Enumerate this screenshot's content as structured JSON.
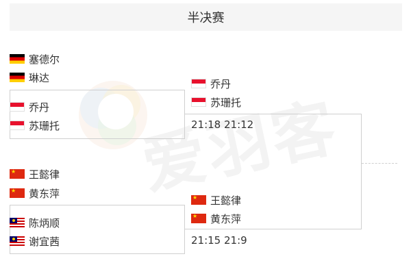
{
  "header": {
    "title": "半决赛"
  },
  "watermark": {
    "text": "爱羽客"
  },
  "semifinals": [
    {
      "team_top": {
        "flag": "de",
        "players": [
          "塞德尔",
          "琳达"
        ]
      },
      "team_bottom": {
        "flag": "id",
        "players": [
          "乔丹",
          "苏珊托"
        ]
      }
    },
    {
      "team_top": {
        "flag": "cn",
        "players": [
          "王懿律",
          "黄东萍"
        ]
      },
      "team_bottom": {
        "flag": "my",
        "players": [
          "陈炳顺",
          "谢宜茜"
        ]
      }
    }
  ],
  "finalists": [
    {
      "flag": "id",
      "players": [
        "乔丹",
        "苏珊托"
      ],
      "score": "21:18  21:12"
    },
    {
      "flag": "cn",
      "players": [
        "王懿律",
        "黄东萍"
      ],
      "score": "21:15  21:9"
    }
  ]
}
